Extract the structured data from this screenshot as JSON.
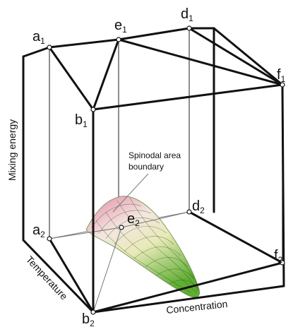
{
  "labels": {
    "a1": {
      "main": "a",
      "sub": "1"
    },
    "e1": {
      "main": "e",
      "sub": "1"
    },
    "d1": {
      "main": "d",
      "sub": "1"
    },
    "f1": {
      "main": "f",
      "sub": "1"
    },
    "b1": {
      "main": "b",
      "sub": "1"
    },
    "a2": {
      "main": "a",
      "sub": "2"
    },
    "e2": {
      "main": "e",
      "sub": "2"
    },
    "d2": {
      "main": "d",
      "sub": "2"
    },
    "f2": {
      "main": "f",
      "sub": "2"
    },
    "b2": {
      "main": "b",
      "sub": "2"
    }
  },
  "axes": {
    "mixing_energy": "Mixing energy",
    "temperature": "Temperature",
    "concentration": "Concentration"
  },
  "annotation": {
    "line1": "Spinodal area",
    "line2": "boundary"
  },
  "colors": {
    "surface_top": "#e8a0b4",
    "surface_mid": "#f2e8c8",
    "surface_bottom": "#7ec04a"
  }
}
